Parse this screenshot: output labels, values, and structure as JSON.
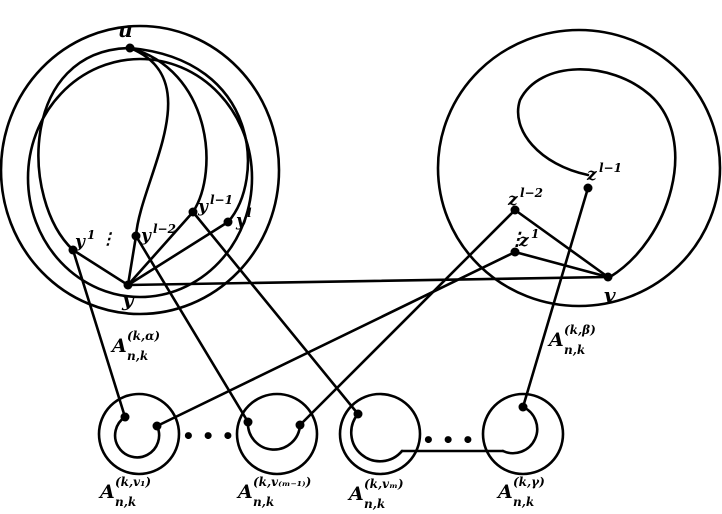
{
  "labels": {
    "u": "u",
    "y": "y",
    "v": "v",
    "y1": {
      "base": "y",
      "sup": "1"
    },
    "yl2": {
      "base": "y",
      "sup": "l−2"
    },
    "yl1": {
      "base": "y",
      "sup": "l−1"
    },
    "yl": {
      "base": "y",
      "sup": "l"
    },
    "z1": {
      "base": "z",
      "sup": "1"
    },
    "zl2": {
      "base": "z",
      "sup": "l−2"
    },
    "zl1": {
      "base": "z",
      "sup": "l−1"
    },
    "A_alpha": {
      "base": "A",
      "sup": "(k,α)",
      "sub": "n,k"
    },
    "A_beta": {
      "base": "A",
      "sup": "(k,β)",
      "sub": "n,k"
    },
    "A_v1": {
      "base": "A",
      "sup": "(k,v₁)",
      "sub": "n,k"
    },
    "A_vm1": {
      "base": "A",
      "sup": "(k,v₍ₘ₋₁₎)",
      "sub": "n,k"
    },
    "A_vm": {
      "base": "A",
      "sup": "(k,vₘ)",
      "sub": "n,k"
    },
    "A_gamma": {
      "base": "A",
      "sup": "(k,γ)",
      "sub": "n,k"
    }
  },
  "ellipsis_marks": [
    "• • •",
    "• • •",
    "• •",
    "⋮"
  ],
  "style": {
    "stroke_color": "#000000",
    "background": "#ffffff"
  }
}
